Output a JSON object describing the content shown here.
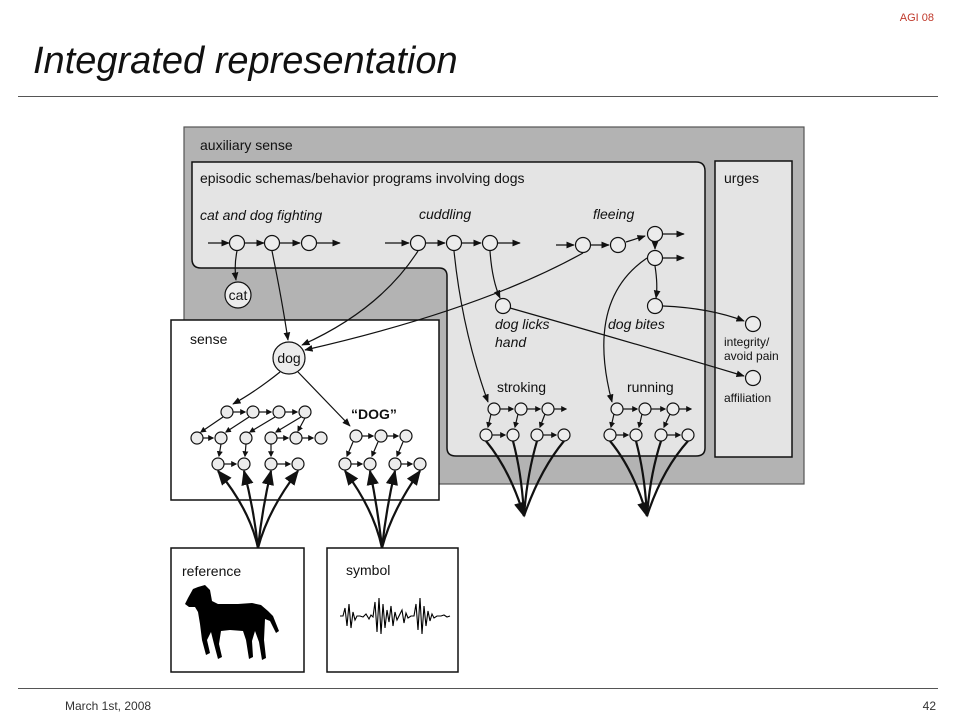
{
  "header": {
    "conference": "AGI 08",
    "title": "Integrated representation"
  },
  "footer": {
    "date": "March 1st, 2008",
    "page": "42"
  },
  "diagram": {
    "auxiliary_sense": "auxiliary sense",
    "episodic": "episodic schemas/behavior programs involving dogs",
    "cat_and_dog_fighting": "cat and dog fighting",
    "cuddling": "cuddling",
    "fleeing": "fleeing",
    "urges": "urges",
    "cat": "cat",
    "dog_licks": "dog licks",
    "hand": "hand",
    "dog_bites": "dog bites",
    "integrity": "integrity/",
    "avoid_pain": "avoid pain",
    "affiliation": "affiliation",
    "stroking": "stroking",
    "running": "running",
    "sense": "sense",
    "dog": "dog",
    "dog_word": "“DOG”",
    "reference": "reference",
    "symbol": "symbol"
  },
  "colors": {
    "outer_panel": "#b3b3b3",
    "inner_panel": "#e4e4e4",
    "node_fill": "#ececec",
    "accent": "#c0392b"
  }
}
